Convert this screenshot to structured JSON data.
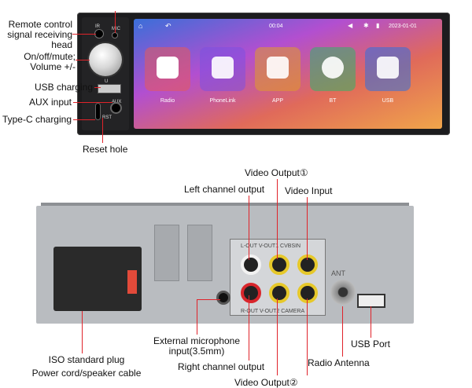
{
  "front_labels": {
    "remote": "Remote control signal receiving head",
    "power": "On/off/mute; Volume +/-",
    "usb_charging": "USB charging",
    "aux": "AUX input",
    "typec": "Type-C charging",
    "reset": "Reset hole"
  },
  "front_panel_marks": {
    "ir": "IR",
    "mic": "MIC",
    "u": "U",
    "aux": "AUX",
    "rst": "RST"
  },
  "screen": {
    "time": "00:04",
    "date": "2023-01-01",
    "apps": [
      {
        "label": "Radio",
        "color": "#e5564b"
      },
      {
        "label": "PhoneLink",
        "color": "#7b4fe0"
      },
      {
        "label": "APP",
        "color": "#e09a2a"
      },
      {
        "label": "BT",
        "color": "#2fb56a"
      },
      {
        "label": "USB",
        "color": "#2f6fe0"
      }
    ]
  },
  "rear_labels": {
    "video_output_1": "Video Output①",
    "left_channel": "Left channel output",
    "video_input": "Video Input",
    "external_mic": "External microphone input(3.5mm)",
    "right_channel": "Right channel output",
    "video_output_2": "Video Output②",
    "radio_antenna": "Radio Antenna",
    "usb_port": "USB Port",
    "iso_plug": "ISO standard plug",
    "power_cord": "Power cord/speaker cable"
  },
  "rear_panel_marks": {
    "top_row": "L-OUT V-OUT1 CVBSIN",
    "bottom_row": "R-OUT V-OUT2 CAMERA",
    "ant": "ANT"
  },
  "colors": {
    "accent_line": "#e0232a",
    "rca_red": "#d8262c",
    "rca_yellow": "#e6c82a",
    "rca_white": "#f2f2f2"
  }
}
